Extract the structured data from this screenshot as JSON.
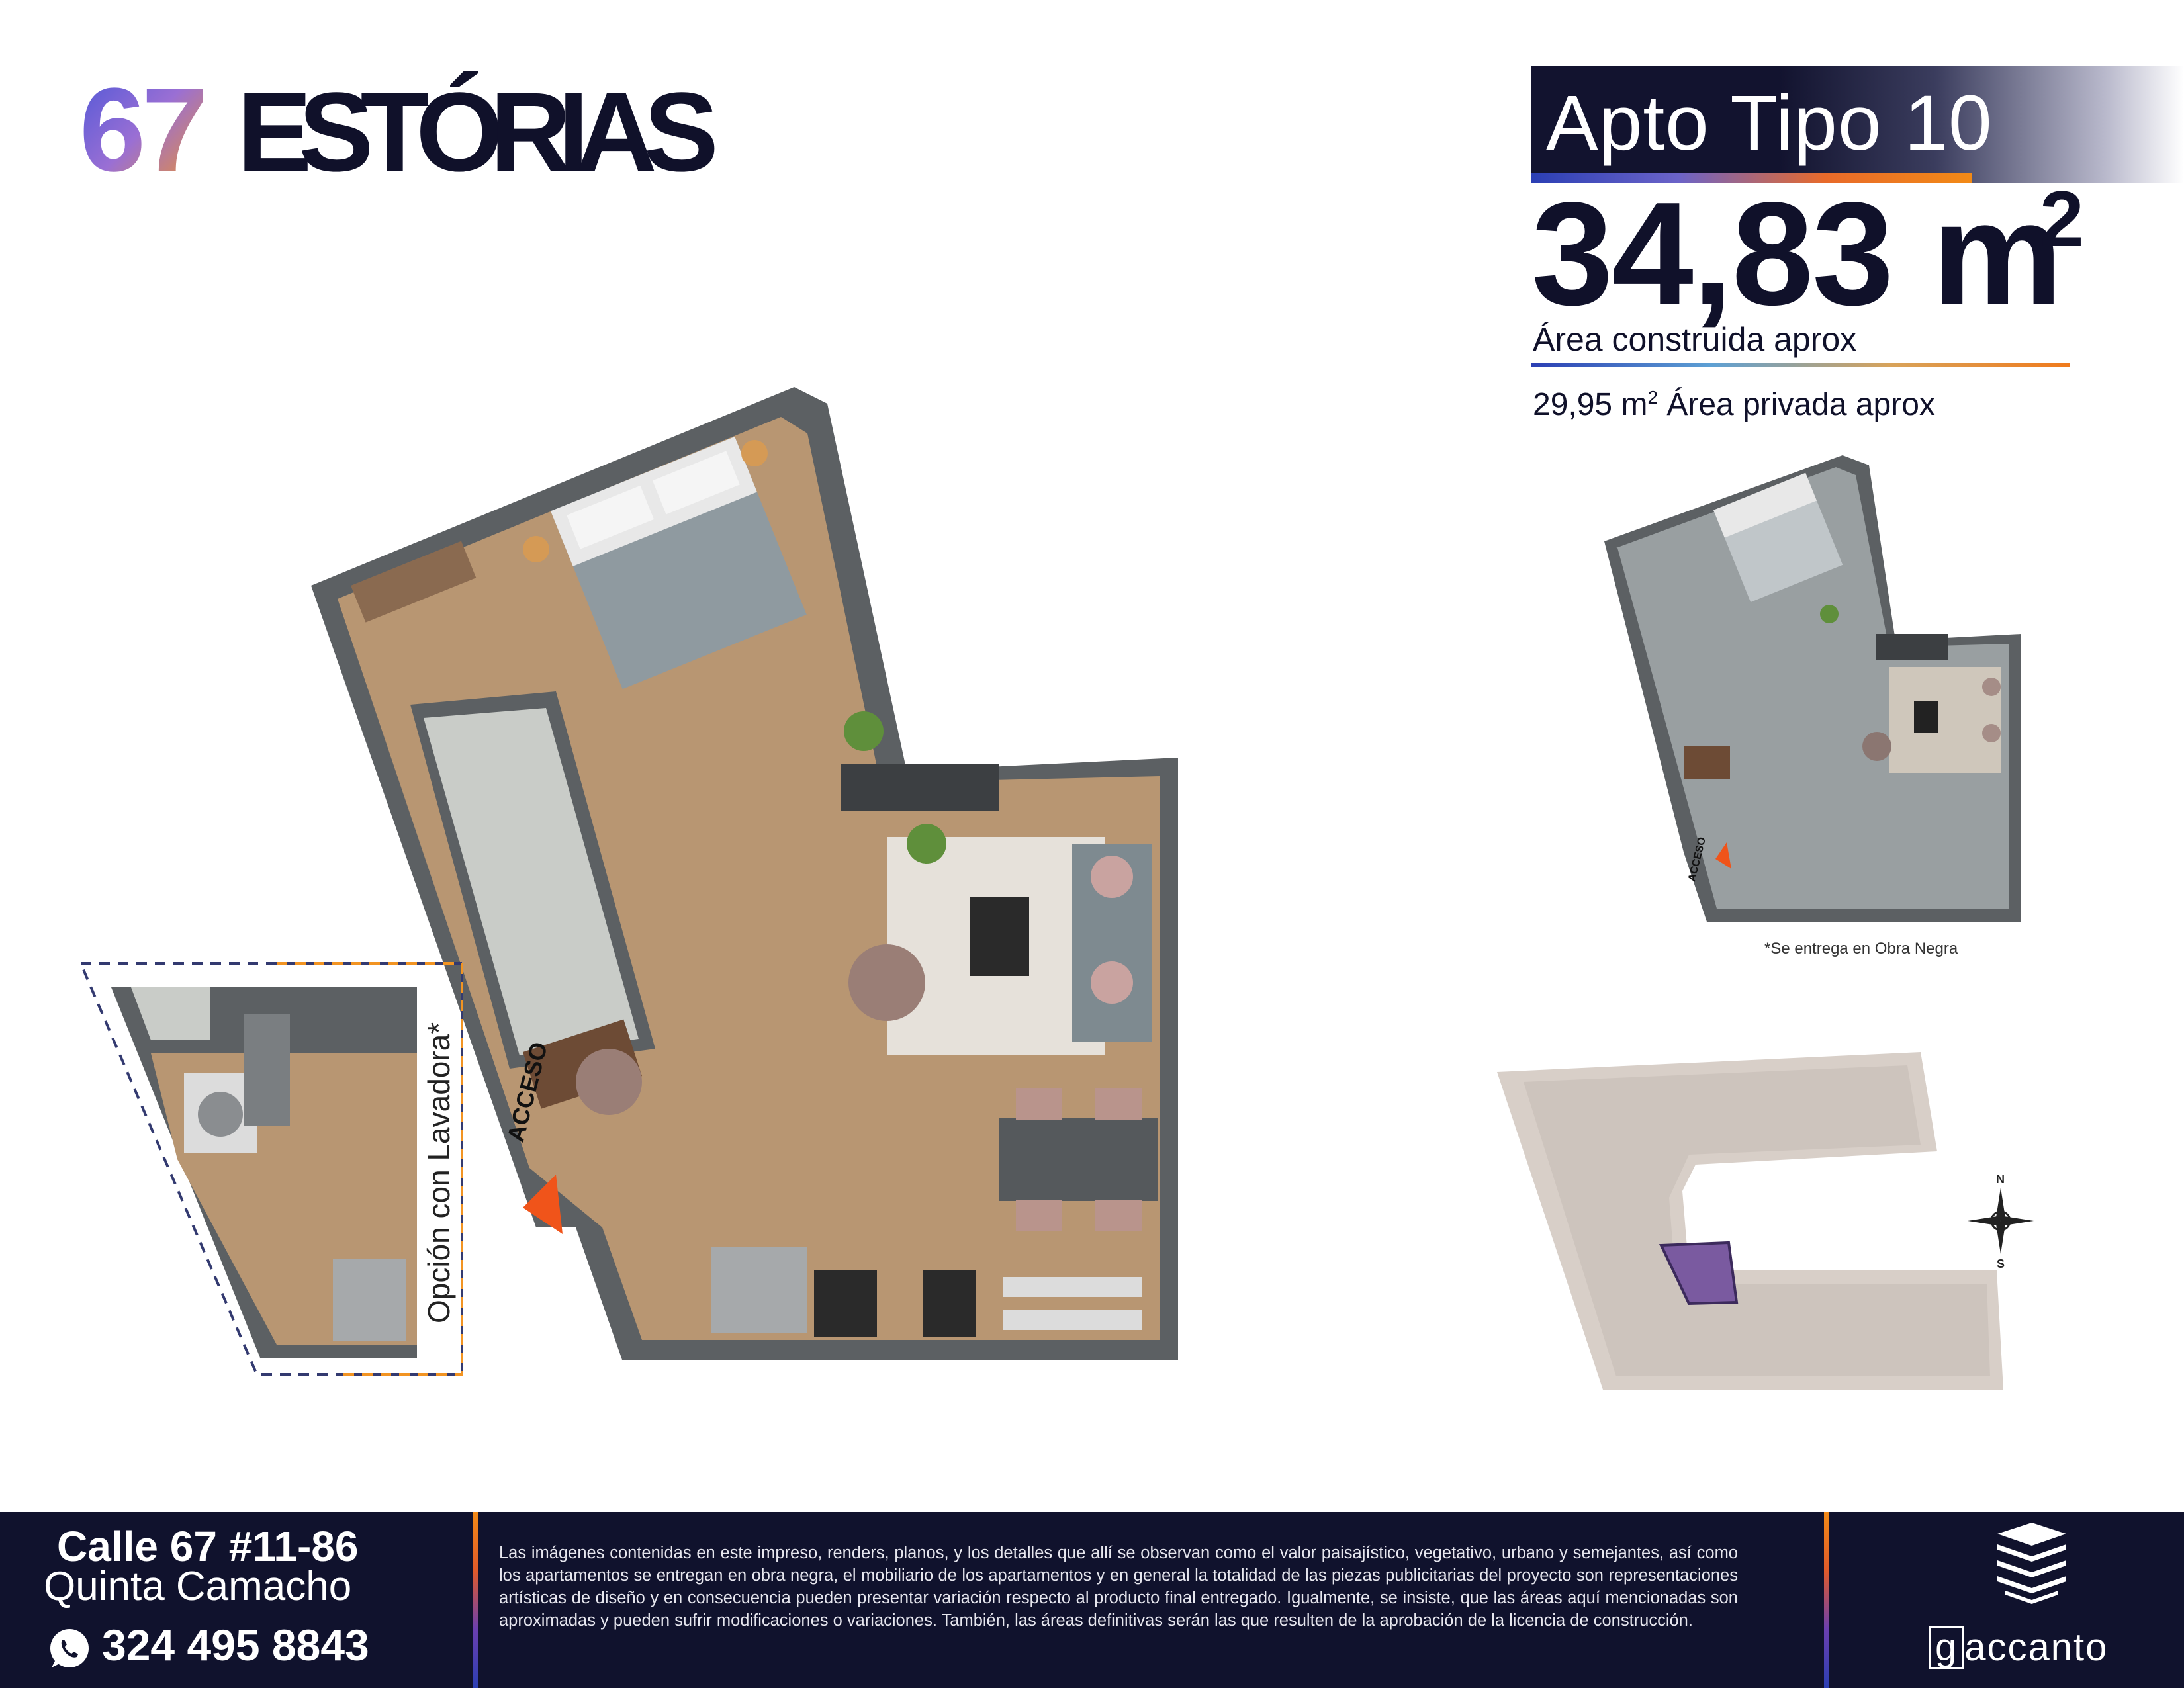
{
  "logo": {
    "number": "67",
    "word": "ESTÓRIAS"
  },
  "unit": {
    "title": "Apto Tipo 10",
    "area_value": "34,83 m",
    "area_sup": "2",
    "area_label": "Área construida aprox",
    "private_value": "29,95 m",
    "private_sup": "2",
    "private_label": " Área privada aprox"
  },
  "plans": {
    "acceso_label": "ACCESO",
    "lavadora_option": "Opción con Lavadora*",
    "obra_negra_note": "*Se entrega en Obra Negra",
    "compass_n": "N",
    "compass_s": "S"
  },
  "footer": {
    "address_line1": "Calle 67 #11-86",
    "address_line2": "Quinta Camacho",
    "phone": "324 495 8843",
    "phone_icon": "whatsapp-icon",
    "legal_text": "Las imágenes contenidas en este impreso, renders, planos, y los detalles que allí se observan como el valor paisajístico, vegetativo, urbano y semejantes, así como los apartamentos se entregan en obra negra, el mobiliario de los apartamentos y en general la totalidad de las piezas publicitarias del proyecto son representaciones artísticas de diseño y en consecuencia pueden presentar variación respecto al producto final entregado. Igualmente, se insiste, que las áreas aquí mencionadas son aproximadas y pueden sufrir modificaciones o variaciones. También, las áreas definitivas serán las que resulten de la aprobación de la licencia de construcción.",
    "brand_box": "g",
    "brand_rest": "accanto"
  },
  "colors": {
    "navy": "#10122d",
    "orange": "#f28a16",
    "blue": "#2b3fb4",
    "wood": "#b08a66",
    "wall": "#5c6063",
    "concrete": "#8f9597"
  }
}
